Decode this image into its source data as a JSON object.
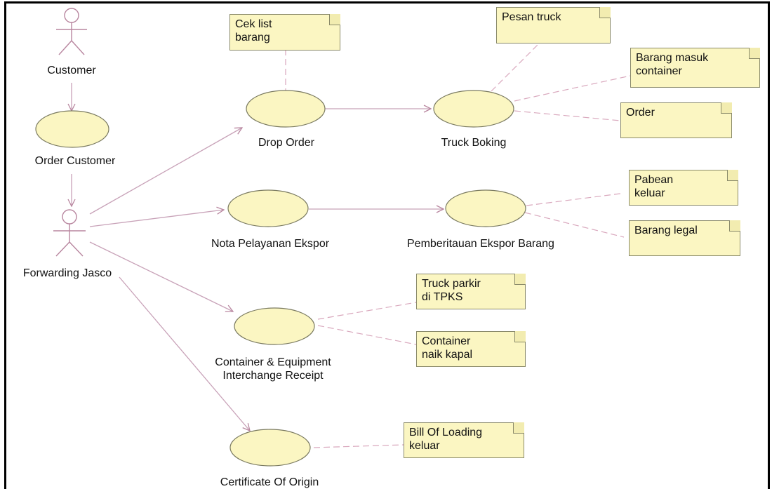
{
  "actors": {
    "customer": "Customer",
    "forwarding": "Forwarding Jasco"
  },
  "use_cases": {
    "order_customer": "Order Customer",
    "drop_order": "Drop Order",
    "truck_boking": "Truck Boking",
    "nota_pelayanan": "Nota Pelayanan Ekspor",
    "pemberitauan": "Pemberitauan Ekspor Barang",
    "container_receipt": "Container & Equipment\nInterchange Receipt",
    "certificate": "Certificate Of Origin"
  },
  "notes": {
    "cek_list": "Cek list\nbarang",
    "pesan_truck": "Pesan truck",
    "barang_masuk": "Barang masuk\ncontainer",
    "order": "Order",
    "pabean": "Pabean\nkeluar",
    "barang_legal": "Barang legal",
    "truck_parkir": "Truck parkir\ndi TPKS",
    "container_naik": "Container\nnaik kapal",
    "bill_loading": "Bill Of Loading\nkeluar"
  },
  "colors": {
    "use_case_fill": "#fbf6c2",
    "note_fill": "#fbf6c2",
    "link": "#c8a2b8",
    "outline": "#7a7a60"
  }
}
